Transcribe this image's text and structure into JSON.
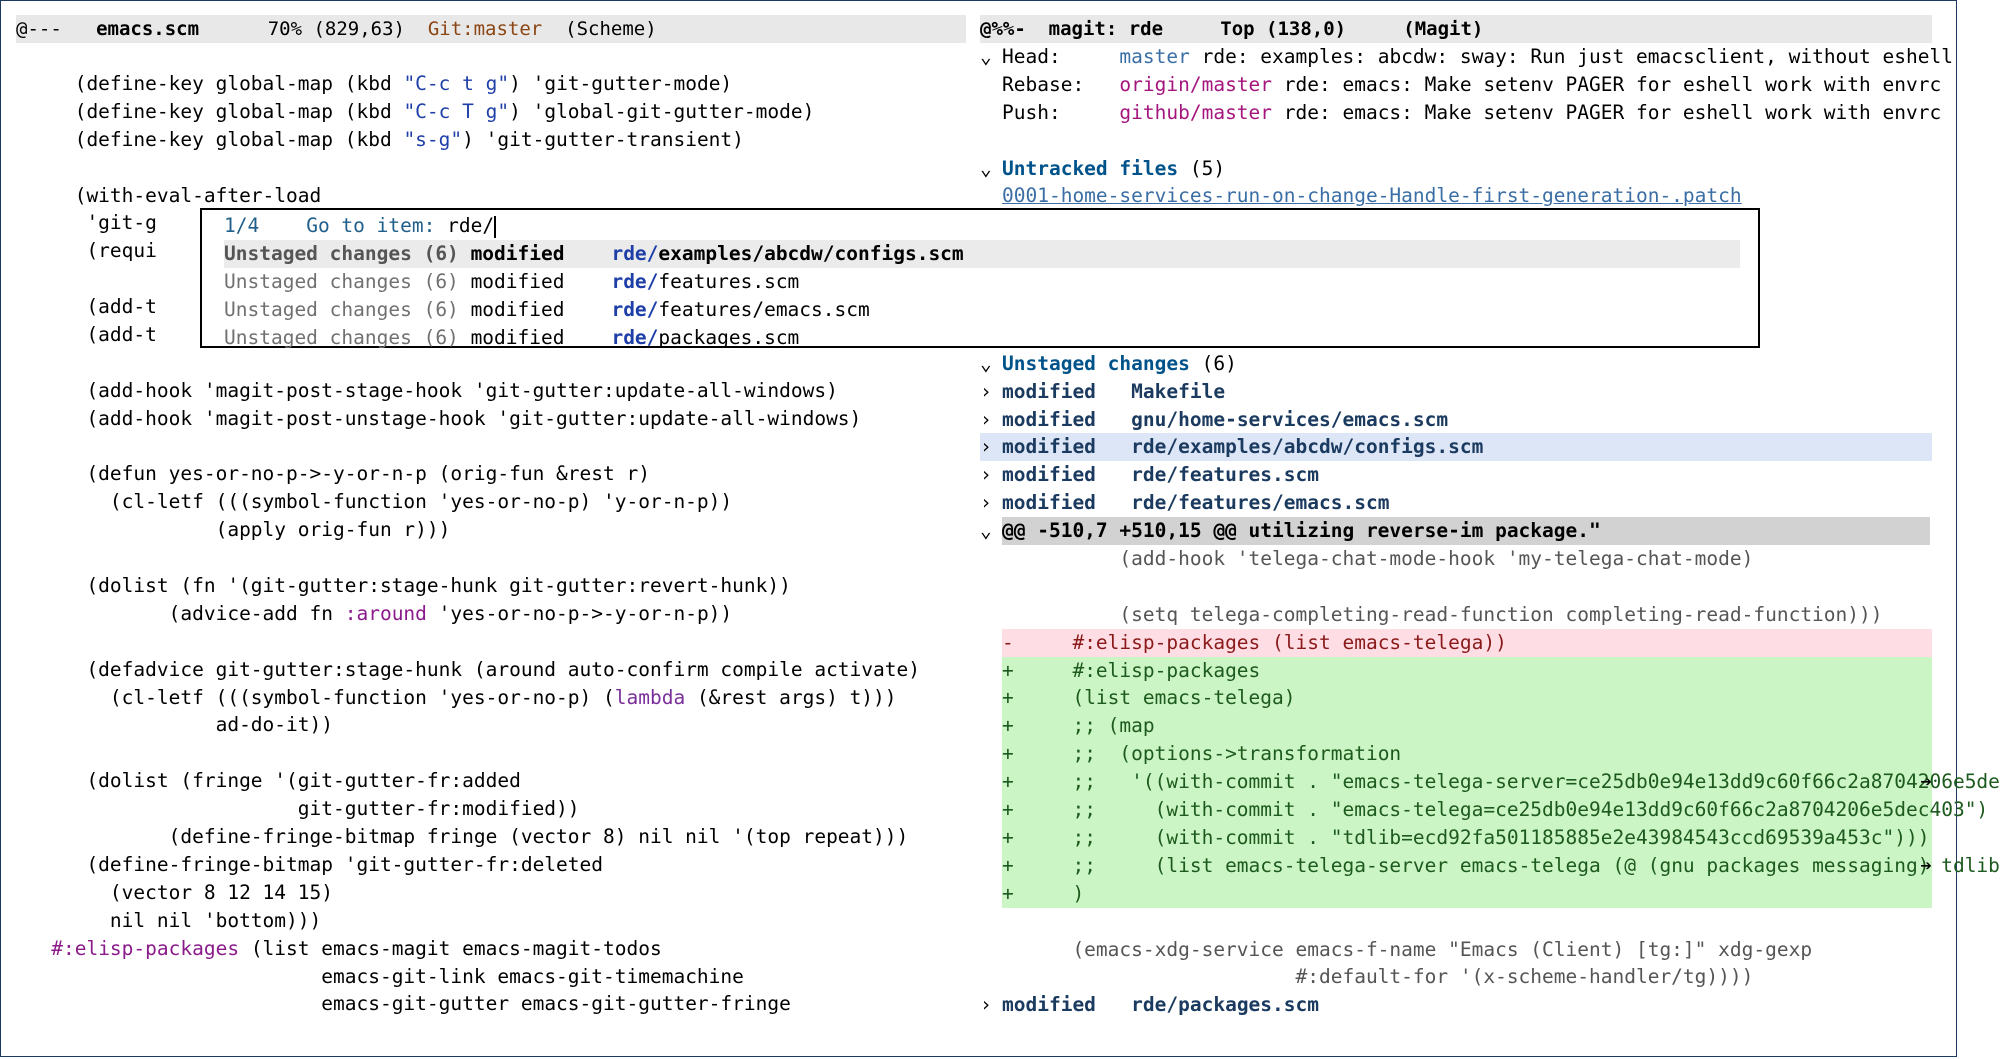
{
  "left_mode_line": {
    "status": "@---",
    "buffer": "emacs.scm",
    "position": "70% (829,63)",
    "vc": "Git:master",
    "mode": "(Scheme)"
  },
  "right_mode_line": {
    "status": "@%%-",
    "buffer": "magit: rde",
    "position": "Top (138,0)",
    "mode": "(Magit)"
  },
  "left_code": {
    "l1": [
      "(define-key global-map (kbd ",
      "\"C-c t g\"",
      ") 'git-gutter-mode)"
    ],
    "l2": [
      "(define-key global-map (kbd ",
      "\"C-c T g\"",
      ") 'global-git-gutter-mode)"
    ],
    "l3": [
      "(define-key global-map (kbd ",
      "\"s-g\"",
      ") 'git-gutter-transient)"
    ],
    "l5": "(with-eval-after-load",
    "l6": " 'git-g",
    "l7": " (requi",
    "l9": " (add-t",
    "l10": " (add-t",
    "l12": " (add-hook 'magit-post-stage-hook 'git-gutter:update-all-windows)",
    "l13": " (add-hook 'magit-post-unstage-hook 'git-gutter:update-all-windows)",
    "l15": " (defun yes-or-no-p->-y-or-n-p (orig-fun &rest r)",
    "l16": "   (cl-letf (((symbol-function 'yes-or-no-p) 'y-or-n-p))",
    "l17": "            (apply orig-fun r)))",
    "l19": " (dolist (fn '(git-gutter:stage-hunk git-gutter:revert-hunk))",
    "l20": [
      "        (advice-add fn ",
      ":around",
      " 'yes-or-no-p->-y-or-n-p))"
    ],
    "l22": " (defadvice git-gutter:stage-hunk (around auto-confirm compile activate)",
    "l23": [
      "   (cl-letf (((symbol-function 'yes-or-no-p) (",
      "lambda",
      " (&rest args) t)))"
    ],
    "l24": "            ad-do-it))",
    "l26": " (dolist (fringe '(git-gutter-fr:added",
    "l27": "                   git-gutter-fr:modified))",
    "l28": "        (define-fringe-bitmap fringe (vector 8) nil nil '(top repeat)))",
    "l29": " (define-fringe-bitmap 'git-gutter-fr:deleted",
    "l30": "   (vector 8 12 14 15)",
    "l31": "   nil nil 'bottom)))",
    "l32": [
      "#:elisp-packages",
      " (list emacs-magit emacs-magit-todos"
    ],
    "l33": "                       emacs-git-link emacs-git-timemachine",
    "l34": "                       emacs-git-gutter emacs-git-gutter-fringe"
  },
  "magit": {
    "head_label": "Head:",
    "head_branch": "master",
    "head_msg": " rde: examples: abcdw: sway: Run just emacsclient, without eshell",
    "rebase_label": "Rebase:",
    "rebase_branch": "origin/master",
    "rebase_msg": " rde: emacs: Make setenv PAGER for eshell work with envrc",
    "push_label": "Push:",
    "push_branch": "github/master",
    "push_msg": " rde: emacs: Make setenv PAGER for eshell work with envrc",
    "untracked_title": "Untracked files",
    "untracked_count": " (5)",
    "untracked_file": "0001-home-services-run-on-change-Handle-first-generation-.patch",
    "unstaged_title": "Unstaged changes",
    "unstaged_count": " (6)",
    "modified_word": "modified",
    "files": [
      "Makefile",
      "gnu/home-services/emacs.scm",
      "rde/examples/abcdw/configs.scm",
      "rde/features.scm",
      "rde/features/emacs.scm",
      "rde/packages.scm"
    ],
    "hunk_header": "@@ -510,7 +510,15 @@ utilizing reverse-im package.\"",
    "ctx1": "          (add-hook 'telega-chat-mode-hook 'my-telega-chat-mode)",
    "ctx2": "",
    "ctx3": "          (setq telega-completing-read-function completing-read-function)))",
    "removed1": "     #:elisp-packages (list emacs-telega))",
    "added": [
      "     #:elisp-packages",
      "     (list emacs-telega)",
      "     ;; (map",
      "     ;;  (options->transformation",
      "     ;;   '((with-commit . \"emacs-telega-server=ce25db0e94e13dd9c60f66c2a8704206e5de",
      "     ;;     (with-commit . \"emacs-telega=ce25db0e94e13dd9c60f66c2a8704206e5dec403\")",
      "     ;;     (with-commit . \"tdlib=ecd92fa501185885e2e43984543ccd69539a453c\")))",
      "     ;;     (list emacs-telega-server emacs-telega (@ (gnu packages messaging) tdlib",
      "     )"
    ],
    "ctx4": "      (emacs-xdg-service emacs-f-name \"Emacs (Client) [tg:]\" xdg-gexp",
    "ctx5": "                         #:default-for '(x-scheme-handler/tg))))",
    "minus": "-",
    "plus": "+",
    "truncation_glyph": "➔"
  },
  "popup": {
    "count": "1/4",
    "prompt": "Go to item: ",
    "input": "rde/",
    "group": "Unstaged changes (6)",
    "modified_word": "modified",
    "dir": "rde/",
    "items": [
      "examples/abcdw/configs.scm",
      "features.scm",
      "features/emacs.scm",
      "packages.scm"
    ]
  },
  "icons": {
    "expanded": "⌄",
    "collapsed": "›"
  },
  "colors": {
    "added_bg": "#ccf5c5",
    "removed_bg": "#ffdde4",
    "highlight_bg": "#dde6f7"
  }
}
